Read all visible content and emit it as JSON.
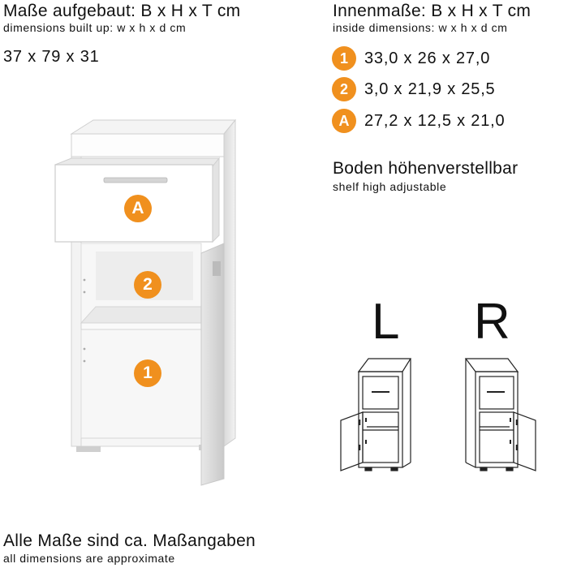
{
  "left_header": {
    "title": "Maße aufgebaut: B x H x T cm",
    "subtitle": "dimensions built up: w x h x d cm",
    "dimensions": "37 x 79 x 31"
  },
  "right_header": {
    "title": "Innenmaße: B x H x T cm",
    "subtitle": "inside dimensions: w x h x d cm",
    "rows": [
      {
        "badge": "1",
        "value": "33,0 x 26 x 27,0"
      },
      {
        "badge": "2",
        "value": "3,0 x 21,9 x 25,5"
      },
      {
        "badge": "A",
        "value": "27,2 x 12,5 x 21,0"
      }
    ]
  },
  "shelf": {
    "title": "Boden höhenverstellbar",
    "subtitle": "shelf high adjustable"
  },
  "variants": {
    "left_label": "L",
    "right_label": "R"
  },
  "photo_badges": {
    "drawer": "A",
    "upper": "2",
    "lower": "1"
  },
  "footer": {
    "title": "Alle Maße sind ca. Maßangaben",
    "subtitle": "all dimensions are approximate"
  },
  "colors": {
    "accent": "#f0901e",
    "text": "#111111"
  }
}
